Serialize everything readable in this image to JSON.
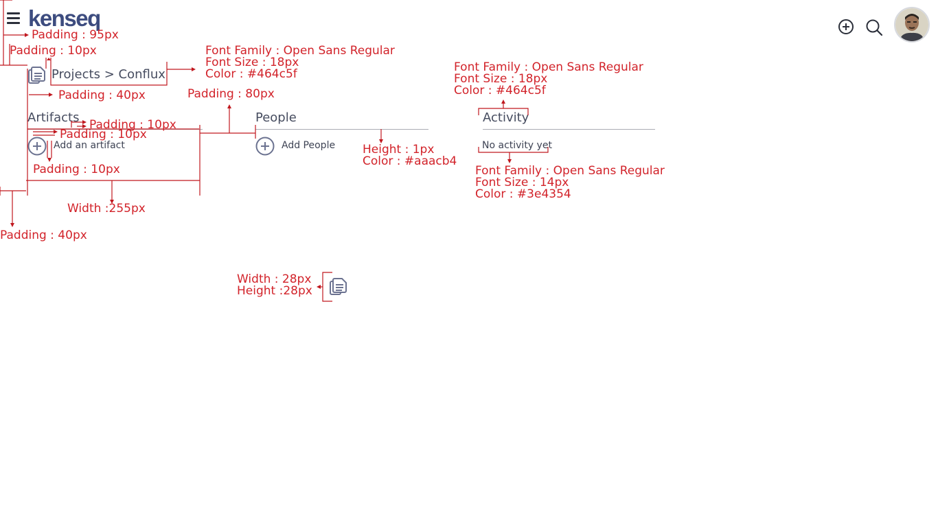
{
  "header": {
    "logo_text": "kenseq",
    "menu_icon": "hamburger-menu-icon",
    "add_icon": "plus-circle-icon",
    "search_icon": "search-icon",
    "avatar": "user-avatar"
  },
  "breadcrumb": {
    "icon": "document-copy-icon",
    "parent": "Projects",
    "separator": ">",
    "current": "Conflux"
  },
  "columns": {
    "artifacts": {
      "title": "Artifacts",
      "action_label": "Add an artifact",
      "action_icon": "plus-circle-icon"
    },
    "people": {
      "title": "People",
      "action_label": "Add People",
      "action_icon": "plus-circle-icon"
    },
    "activity": {
      "title": "Activity",
      "empty_text": "No activity yet"
    }
  },
  "annotations": {
    "pad_95": "Padding : 95px",
    "pad_10_top": "Padding : 10px",
    "breadcrumb_font": [
      "Font Family : Open Sans Regular",
      "Font Size : 18px",
      "Color : #464c5f"
    ],
    "pad_40_a": "Padding : 40px",
    "pad_80": "Padding : 80px",
    "activity_font": [
      "Font Family : Open Sans Regular",
      "Font Size : 18px",
      "Color : #464c5f"
    ],
    "pad_10_a": "Padding : 10px",
    "pad_10_b": "Padding : 10px",
    "rule_spec": [
      "Height : 1px",
      "Color : #aaacb4"
    ],
    "pad_10_c": "Padding : 10px",
    "body_font": [
      "Font Family : Open Sans Regular",
      "Font Size : 14px",
      "Color : #3e4354"
    ],
    "width_255": "Width :255px",
    "pad_40_b": "Padding : 40px",
    "icon_size": [
      "Width : 28px",
      "Height :28px"
    ]
  },
  "colors": {
    "text_primary": "#464c5f",
    "text_body": "#3e4354",
    "rule": "#aaacb4",
    "logo": "#3d4c7f",
    "annotation": "#d2232a"
  }
}
